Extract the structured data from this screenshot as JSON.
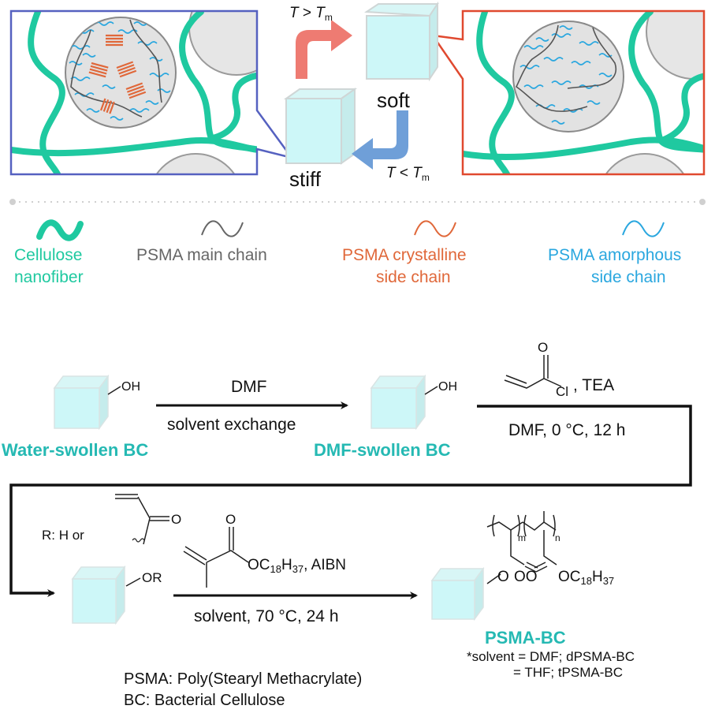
{
  "top_panel": {
    "heating_label": "T > T",
    "heating_T": "T",
    "heating_sub": "m",
    "cooling_T": "T",
    "cooling_sub": "m",
    "soft_label": "soft",
    "stiff_label": "stiff",
    "heating_op": " > ",
    "cooling_op": " < "
  },
  "legend": {
    "items": [
      {
        "line1": "Cellulose",
        "line2": "nanofiber",
        "color": "#1fc9a0"
      },
      {
        "line1": "PSMA main chain",
        "line2": "",
        "color": "#666666"
      },
      {
        "line1": "PSMA crystalline",
        "line2": "side chain",
        "color": "#e0683a"
      },
      {
        "line1": "PSMA amorphous",
        "line2": "side chain",
        "color": "#2aa7df"
      }
    ]
  },
  "scheme": {
    "step1": {
      "start_label": "Water-swollen BC",
      "start_group": "OH",
      "reagent_top": "DMF",
      "reagent_bottom": "solvent exchange"
    },
    "step2": {
      "start_label": "DMF-swollen BC",
      "start_group": "OH",
      "reagent_O": "O",
      "reagent_Cl": "Cl",
      "reagent_extra": ", TEA",
      "conditions": "DMF, 0 °C, 12 h"
    },
    "step3": {
      "r_def": "R: H or",
      "r_O": "O",
      "start_group": "OR",
      "monomer_O": "O",
      "monomer_ester": "OC",
      "monomer_sub1": "18",
      "monomer_H": "H",
      "monomer_sub2": "37",
      "monomer_extra": ", AIBN",
      "conditions": "solvent, 70 °C, 24 h"
    },
    "product": {
      "label": "PSMA-BC",
      "m": "m",
      "n": "n",
      "O1": "O",
      "OO": "OO",
      "ester": "OC",
      "sub1": "18",
      "H": "H",
      "sub2": "37",
      "note_line1": "*solvent = DMF; dPSMA-BC",
      "note_line2": "= THF; tPSMA-BC"
    },
    "abbrev": {
      "line1": "PSMA: Poly(Stearyl Methacrylate)",
      "line2": "BC: Bacterial Cellulose"
    }
  },
  "colors": {
    "cellulose": "#1fc9a0",
    "teal_label": "#25b9b3",
    "blue_frame": "#5561c0",
    "red_frame": "#e0492f",
    "heat_arrow": "#ee7b72",
    "cool_arrow": "#6f9fd8",
    "crystalline": "#e0683a",
    "amorphous": "#2aa7df"
  }
}
